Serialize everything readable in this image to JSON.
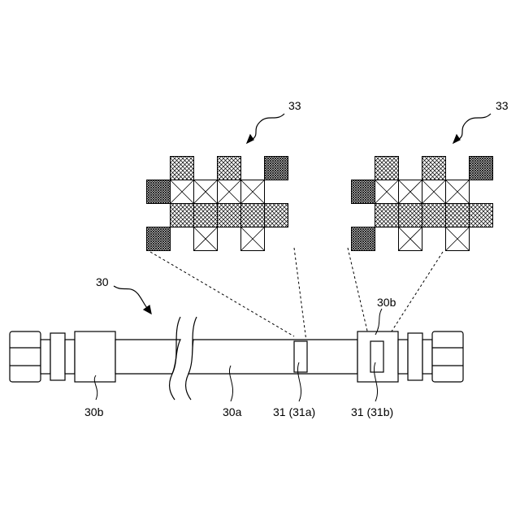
{
  "labels": {
    "code_left": "33",
    "code_right": "33",
    "hose": "30",
    "fitting_left": "30b",
    "fitting_right": "30b",
    "body": "30a",
    "marker_a": "31 (31a)",
    "marker_b": "31 (31b)"
  },
  "codes": {
    "cells": [
      [
        ".",
        "X",
        ".",
        "X",
        ".",
        "D"
      ],
      [
        "D",
        "W",
        "W",
        "W",
        "W",
        "."
      ],
      [
        ".",
        "X",
        "X",
        "X",
        "X",
        "X"
      ],
      [
        "D",
        ".",
        "W",
        ".",
        "W",
        "."
      ]
    ]
  }
}
